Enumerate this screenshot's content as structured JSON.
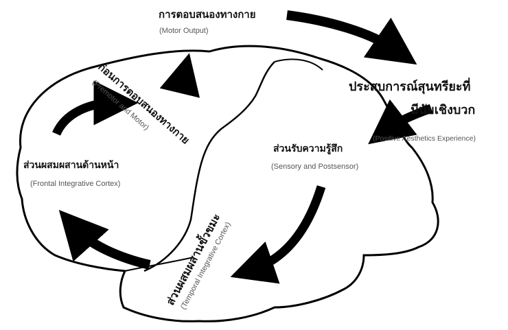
{
  "diagram": {
    "nodes": [
      {
        "id": "motor-output",
        "thai": "การตอบสนองทางกาย",
        "english": "(Motor Output)"
      },
      {
        "id": "premotor",
        "thai": "ก่อนการตอบสนองทางกาย",
        "english": "(Premotor and Motor)"
      },
      {
        "id": "frontal",
        "thai": "ส่วนผสมผสานด้านหน้า",
        "english": "(Frontal Integrative Cortex)"
      },
      {
        "id": "sensory",
        "thai": "ส่วนรับความรู้สึก",
        "english": "(Sensory and Postsensor)"
      },
      {
        "id": "temporal",
        "thai": "ส่วนผสมผสานขั้วขมะ",
        "english": "(Temporal Integrative Cortex)"
      },
      {
        "id": "aesthetic",
        "thai_line1": "ประสบการณ์สุนทรียะที่",
        "thai_line2": "มีนัยเชิงบวก",
        "english": "(Positive Aesthetics Experience)"
      }
    ],
    "edges": [
      {
        "from": "premotor",
        "to": "motor-output"
      },
      {
        "from": "frontal",
        "to": "premotor"
      },
      {
        "from": "temporal",
        "to": "frontal"
      },
      {
        "from": "sensory",
        "to": "temporal"
      },
      {
        "from": "aesthetic",
        "to": "sensory"
      },
      {
        "from": "motor-output",
        "to": "aesthetic"
      }
    ],
    "colors": {
      "outline": "#000000",
      "arrow": "#000000",
      "thai_text": "#111111",
      "english_text": "#555555",
      "background": "#ffffff"
    }
  }
}
